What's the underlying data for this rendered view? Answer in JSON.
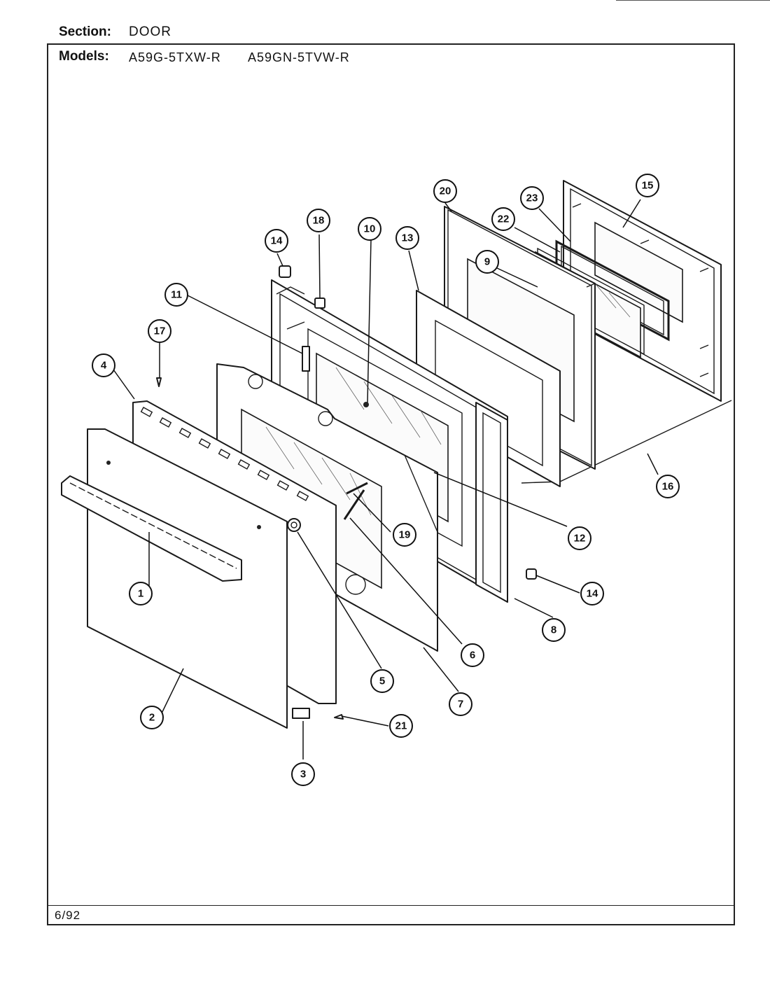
{
  "header": {
    "section_label": "Section:",
    "section_value": "DOOR",
    "models_label": "Models:",
    "models": [
      "A59G-5TXW-R",
      "A59GN-5TVW-R"
    ]
  },
  "footer": {
    "date_code": "6/92"
  },
  "callouts": [
    "1",
    "2",
    "3",
    "4",
    "5",
    "6",
    "7",
    "8",
    "9",
    "10",
    "11",
    "12",
    "13",
    "14",
    "14",
    "15",
    "16",
    "17",
    "18",
    "19",
    "20",
    "21",
    "22",
    "23"
  ]
}
